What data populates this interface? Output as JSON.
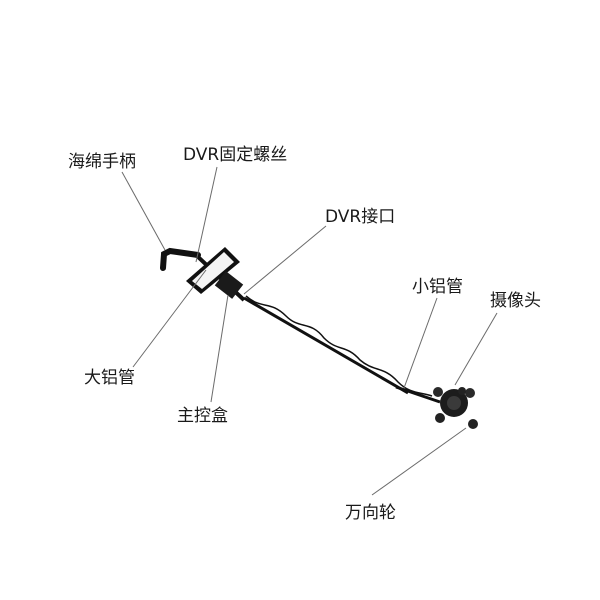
{
  "labels": {
    "sponge_handle": "海绵手柄",
    "dvr_screw": "DVR固定螺丝",
    "dvr_port": "DVR接口",
    "small_tube": "小铝管",
    "camera": "摄像头",
    "large_tube": "大铝管",
    "control_box": "主控盒",
    "wheel": "万向轮"
  },
  "colors": {
    "device": "#111111",
    "screen": "#f4f4f4",
    "leader": "#6b6b6b",
    "text": "#1a1a1a"
  }
}
